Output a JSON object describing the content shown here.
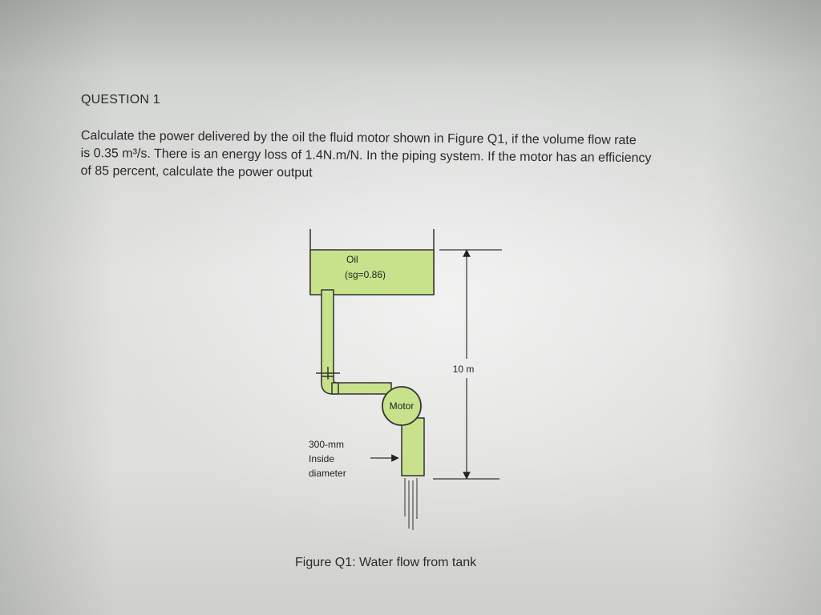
{
  "heading": "QUESTION 1",
  "question": {
    "lines": [
      "Calculate the power delivered by the oil the fluid motor shown in Figure Q1, if the volume flow rate",
      "is 0.35 m³/s. There is an energy loss of 1.4N.m/N. In the piping system. If the motor has an efficiency",
      "of 85 percent, calculate the power output"
    ]
  },
  "figure": {
    "tank_label_line1": "Oil",
    "tank_label_line2": "(sg=0.86)",
    "height_label": "10 m",
    "motor_label": "Motor",
    "pipe_label_line1": "300-mm",
    "pipe_label_line2": "Inside",
    "pipe_label_line3": "diameter",
    "fill_color": "#c8e28c",
    "caption": "Figure Q1: Water flow from tank"
  }
}
